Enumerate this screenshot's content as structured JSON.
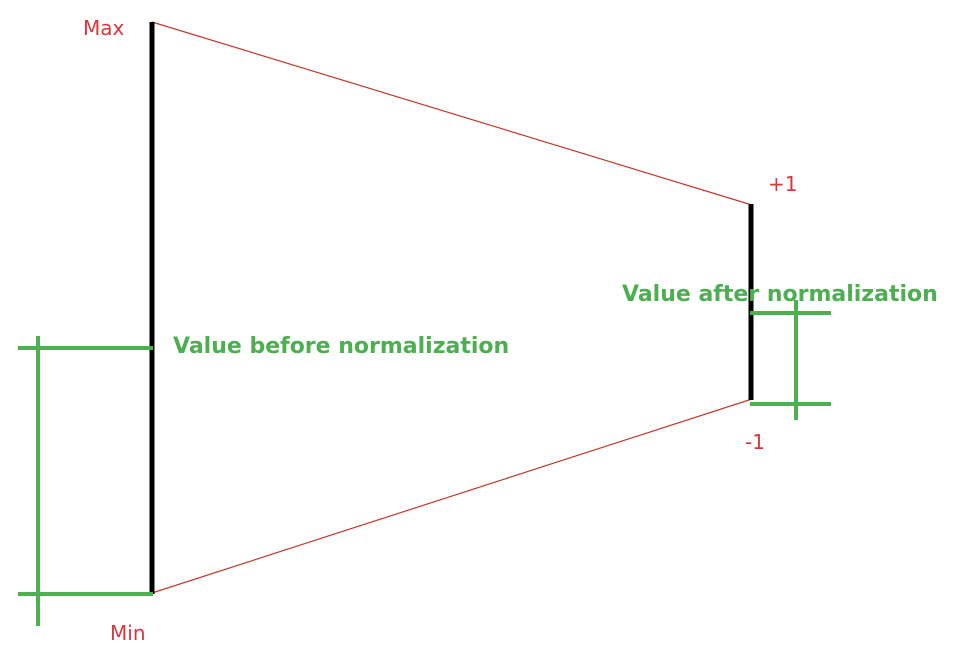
{
  "labels": {
    "max": "Max",
    "min": "Min",
    "plus_one": "+1",
    "minus_one": "-1",
    "before": "Value before normalization",
    "after": "Value after normalization"
  },
  "colors": {
    "axis": "#000000",
    "mapping_line": "#c0392b",
    "range_text": "#d9363e",
    "indicator": "#4caf50"
  }
}
